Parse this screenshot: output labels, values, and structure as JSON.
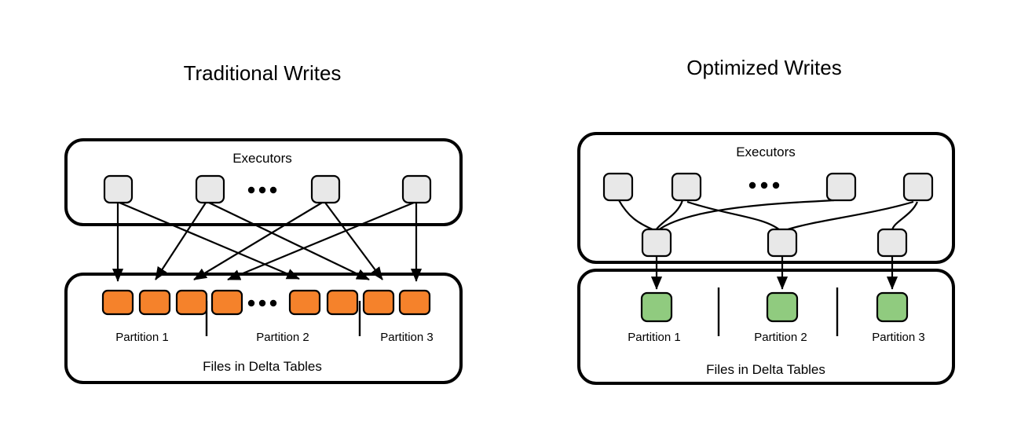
{
  "figure": {
    "background_color": "#ffffff",
    "stroke_color": "#000000"
  },
  "colors": {
    "executor_fill": "#E8E8E8",
    "traditional_file_fill": "#F5822B",
    "optimized_file_fill": "#90CB7F",
    "container_fill": "#FFFFFF",
    "outline": "#000000"
  },
  "panels": [
    {
      "id": "traditional",
      "title": "Traditional Writes",
      "executors": {
        "label": "Executors",
        "ellipsis": "• • •",
        "node_count": 4
      },
      "files": {
        "footer_label": "Files in Delta Tables",
        "ellipsis": "• • •",
        "file_count": 8,
        "partitions": [
          {
            "label": "Partition 1"
          },
          {
            "label": "Partition 2"
          },
          {
            "label": "Partition 3"
          }
        ]
      }
    },
    {
      "id": "optimized",
      "title": "Optimized Writes",
      "executors": {
        "label": "Executors",
        "ellipsis": "• • •",
        "node_count": 4,
        "writer_count": 3
      },
      "files": {
        "footer_label": "Files in Delta Tables",
        "file_count": 3,
        "partitions": [
          {
            "label": "Partition 1"
          },
          {
            "label": "Partition 2"
          },
          {
            "label": "Partition 3"
          }
        ]
      }
    }
  ]
}
